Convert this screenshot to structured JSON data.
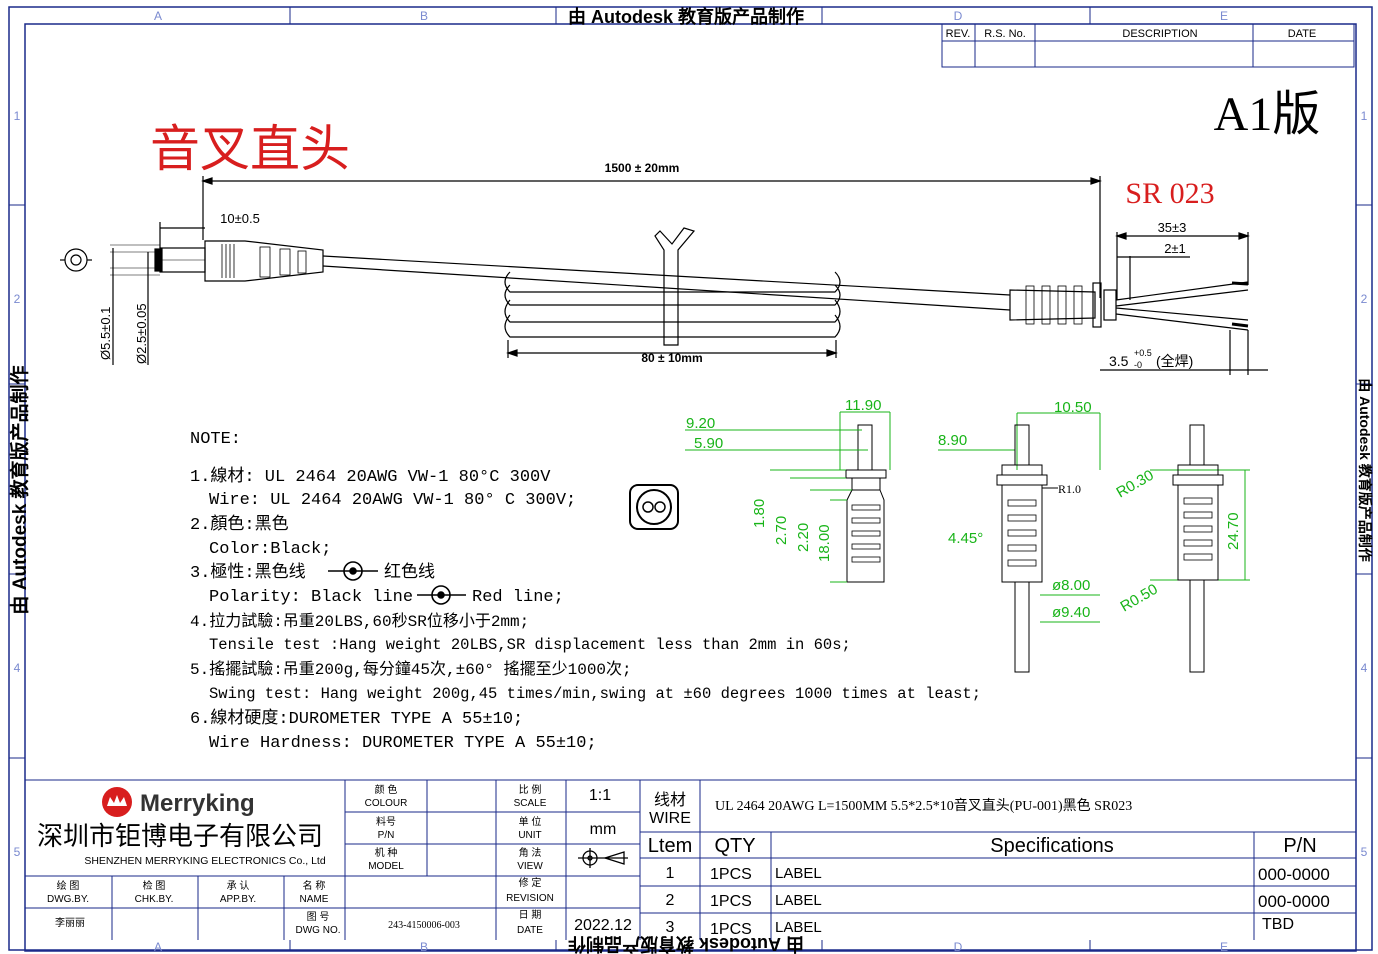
{
  "frame": {
    "cols_top": [
      "A",
      "B",
      "D",
      "E"
    ],
    "cols_bottom": [
      "A",
      "B",
      "D",
      "E"
    ],
    "rows_left": [
      "1",
      "2",
      "4",
      "5"
    ],
    "rows_right": [
      "1",
      "2",
      "4",
      "5"
    ],
    "watermark_top": "由 Autodesk 教育版产品制作",
    "watermark_bottom": "由 Autodesk 教育版产品制作",
    "watermark_left": "由 Autodesk 教育版产品制作",
    "watermark_right": "由 Autodesk 教育版产品制作"
  },
  "revision_table": {
    "headers": [
      "REV.",
      "R.S. No.",
      "DESCRIPTION",
      "DATE"
    ]
  },
  "version": "A1版",
  "drawing_title": "音叉直头",
  "part_code": "SR 023",
  "dimensions": {
    "total_length": "1500 ± 20mm",
    "plug_length": "10±0.5",
    "coil_length": "80 ± 10mm",
    "outer_diameter": "Ø5.5±0.1",
    "inner_diameter": "Ø2.5±0.05",
    "strip_length": "35±3",
    "strip_short": "2±1",
    "tin_length": "3.5",
    "tin_tol_plus": "+0.5",
    "tin_tol_minus": "-0",
    "tin_note": "(全焊)"
  },
  "detail_dims": {
    "d_9_20": "9.20",
    "d_5_90": "5.90",
    "d_11_90": "11.90",
    "d_1_80": "1.80",
    "d_2_70": "2.70",
    "d_2_20": "2.20",
    "d_18_00": "18.00",
    "d_8_90": "8.90",
    "d_10_50": "10.50",
    "d_r1_0": "R1.0",
    "d_4_45": "4.45°",
    "d_8_00": "ø8.00",
    "d_9_40": "ø9.40",
    "d_r0_30": "R0.30",
    "d_r0_50": "R0.50",
    "d_24_70": "24.70"
  },
  "notes": {
    "heading": "NOTE:",
    "lines": [
      "1.線材: UL  2464 20AWG   VW-1   80°C 300V",
      "Wire: UL 2464 20AWG VW-1 80° C 300V;",
      "2.顏色:黑色",
      "Color:Black;",
      "3.極性:黑色线",
      "红色线",
      "Polarity: Black line",
      "Red line;",
      "4.拉力試驗:吊重20LBS,60秒SR位移小于2mm;",
      "Tensile test :Hang weight 20LBS,SR displacement less than 2mm in 60s;",
      "5.搖擺試驗:吊重200g,每分鐘45次,±60° 搖擺至少1000次;",
      "Swing test: Hang weight 200g,45 times/min,swing at  ±60 degrees 1000 times at least;",
      "6.線材硬度:DUROMETER TYPE A 55±10;",
      "Wire Hardness: DUROMETER TYPE A 55±10;"
    ]
  },
  "title_block": {
    "brand": "Merryking",
    "company_cn": "深圳市钜博电子有限公司",
    "company_en": "SHENZHEN  MERRYKING  ELECTRONICS  Co., Ltd",
    "colour_cn": "颜 色",
    "colour_en": "COLOUR",
    "pn_cn": "料号",
    "pn_en": "P/N",
    "model_cn": "机 种",
    "model_en": "MODEL",
    "scale_cn": "比 例",
    "scale_en": "SCALE",
    "scale_val": "1:1",
    "unit_cn": "单 位",
    "unit_en": "UNIT",
    "unit_val": "mm",
    "view_cn": "角 法",
    "view_en": "VIEW",
    "rev_cn": "修 定",
    "rev_en": "REVISION",
    "date_cn": "日 期",
    "date_en": "DATE",
    "date_val": "2022.12",
    "dwg_cn": "绘 图",
    "dwg_en": "DWG.BY.",
    "chk_cn": "检 图",
    "chk_en": "CHK.BY.",
    "app_cn": "承 认",
    "app_en": "APP.BY.",
    "name_cn": "名 称",
    "name_en": "NAME",
    "dwgno_cn": "图 号",
    "dwgno_en": "DWG NO.",
    "dwgno_val": "243-4150006-003",
    "drawer": "李丽丽",
    "wire_cn": "线材",
    "wire_en": "WIRE",
    "wire_desc": "UL 2464 20AWG L=1500MM   5.5*2.5*10音叉直头(PU-001)黑色 SR023"
  },
  "bom": {
    "headers": [
      "Ltem",
      "QTY",
      "Specifications",
      "P/N"
    ],
    "rows": [
      {
        "item": "1",
        "qty": "1PCS",
        "spec": "LABEL",
        "pn": "000-0000"
      },
      {
        "item": "2",
        "qty": "1PCS",
        "spec": "LABEL",
        "pn": "000-0000"
      },
      {
        "item": "3",
        "qty": "1PCS",
        "spec": "LABEL",
        "pn": "TBD"
      }
    ]
  },
  "colors": {
    "frame": "#1a2a8a",
    "title_red": "#d81e1e",
    "dim_green": "#18b418",
    "dim_cyan": "#29a3c8",
    "line": "#000000"
  }
}
